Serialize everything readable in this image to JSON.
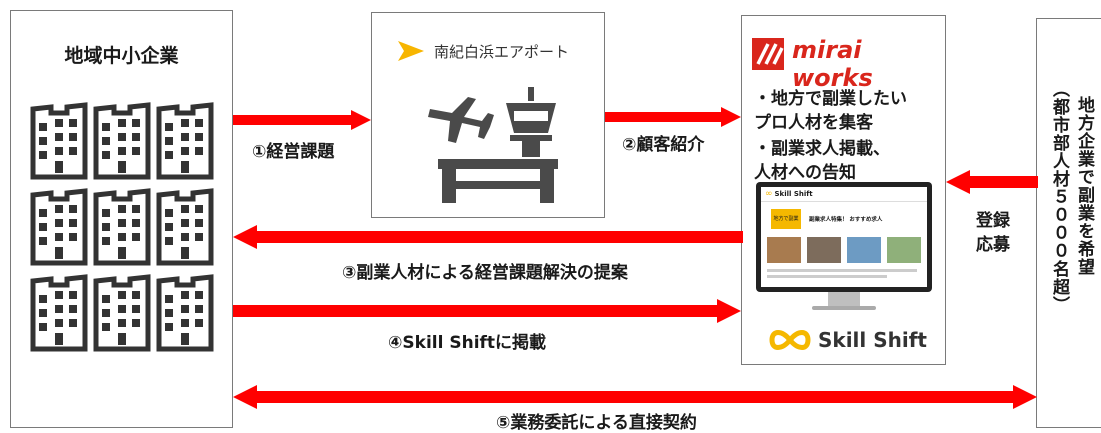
{
  "sme": {
    "title": "地域中小企業"
  },
  "airport": {
    "name": "南紀白浜エアポート"
  },
  "mirai": {
    "logo_text": "mirai works",
    "lines": [
      "・地方で副業したい",
      "プロ人材を集客",
      "・副業求人掲載、",
      "人材への告知"
    ],
    "monitor": {
      "site_title": "Skill Shift",
      "headline": "副業求人特集！ おすすめ求人",
      "banner": "地方で副業"
    },
    "brand": "Skill Shift"
  },
  "candidates": {
    "main": "地方企業で副業を希望",
    "sub": "（都市部人材５０００名超）"
  },
  "flows": {
    "f1": "①経営課題",
    "f2": "②顧客紹介",
    "f3": "③副業人材による経営課題解決の提案",
    "f4": "④Skill Shiftに掲載",
    "f5": "⑤業務委託による直接契約",
    "register": [
      "登録",
      "応募"
    ]
  },
  "colors": {
    "arrow": "#ff0000",
    "airplane": "#f7b500",
    "mirai_red": "#d9261c",
    "infinity": "#f5b800"
  }
}
